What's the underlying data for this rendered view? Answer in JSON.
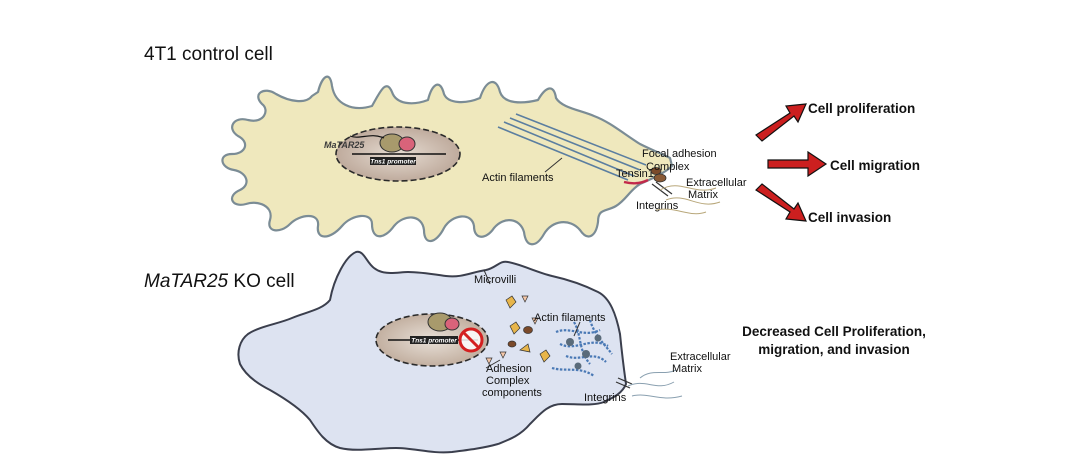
{
  "top": {
    "title": "4T1 control cell",
    "gene_label": "MaTAR25",
    "promoter_label": "Tns1 promoter",
    "actin_label": "Actin filaments",
    "tensin_label": "Tensin1",
    "focal_adhesion_label_1": "Focal adhesion",
    "focal_adhesion_label_2": "Complex",
    "ecm_label_1": "Extracellular",
    "ecm_label_2": "Matrix",
    "integrins_label": "Integrins",
    "outcomes": [
      "Cell proliferation",
      "Cell migration",
      "Cell invasion"
    ],
    "arrow_color": "#cc1f1f",
    "cell_fill": "#efe8bd"
  },
  "bottom": {
    "title_italic": "MaTAR25",
    "title_rest": " KO cell",
    "microvilli_label": "Microvilli",
    "actin_label": "Actin filaments",
    "promoter_label": "Tns1 promoter",
    "adhesion_label_1": "Adhesion",
    "adhesion_label_2": "Complex",
    "adhesion_label_3": "components",
    "integrins_label": "Integrins",
    "ecm_label_1": "Extracellular",
    "ecm_label_2": "Matrix",
    "result_line_1": "Decreased Cell Proliferation,",
    "result_line_2": "migration, and invasion",
    "cell_fill": "#dde3f1",
    "inhibit_color": "#d42020"
  }
}
